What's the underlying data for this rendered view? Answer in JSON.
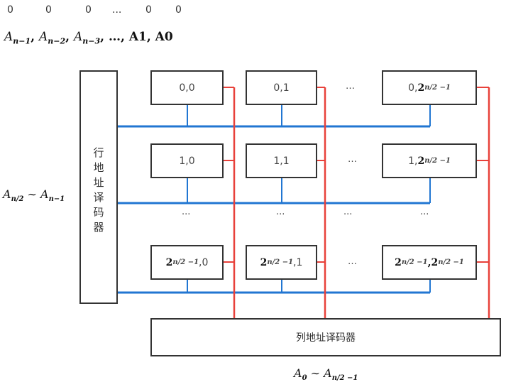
{
  "address_bits": [
    "0",
    "0",
    "0",
    "...",
    "0",
    "0"
  ],
  "address_label": "A_{n−1}, A_{n−2}, A_{n−3}, …, A1, A0",
  "address_label_parts": {
    "main": "A",
    "s1": "n−1",
    "s2": "n−2",
    "s3": "n−3",
    "tail": ", …, A1, A0"
  },
  "row_address_label": {
    "a1": "A",
    "s1": "n/2",
    "tilde": "∼",
    "a2": "A",
    "s2": "n−1"
  },
  "col_address_label": {
    "a1": "A",
    "s1": "0",
    "tilde": "∼",
    "a2": "A",
    "s2": "n/2 −1"
  },
  "row_decoder_label": [
    "行",
    "地",
    "址",
    "译",
    "码",
    "器"
  ],
  "col_decoder_label": "列地址译码器",
  "cells": {
    "r0c0": "0,0",
    "r0c1": "0,1",
    "r0cl": {
      "pre": "0,",
      "base": "2",
      "exp": "n/2 −1"
    },
    "r1c0": "1,0",
    "r1c1": "1,1",
    "r1cl": {
      "pre": "1,",
      "base": "2",
      "exp": "n/2 −1"
    },
    "rlc0": {
      "base": "2",
      "exp": "n/2 −1",
      "post": ",0"
    },
    "rlc1": {
      "base": "2",
      "exp": "n/2 −1",
      "post": ",1"
    },
    "rlcl": {
      "base": "2",
      "exp": "n/2 −1",
      "sep": ", ",
      "base2": "2",
      "exp2": "n/2 −1"
    }
  },
  "ellipsis": "…",
  "ellipsis_small": "...",
  "colors": {
    "row_wire": "#2176d2",
    "col_wire": "#e8413a",
    "box": "#333333"
  }
}
